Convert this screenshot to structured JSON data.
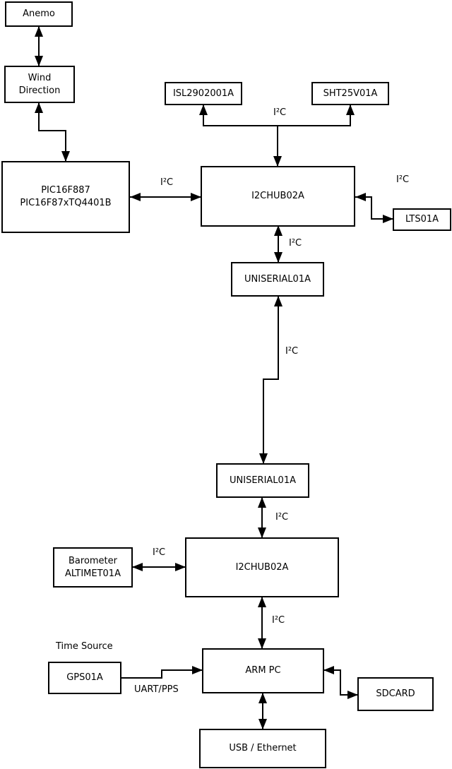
{
  "nodes": {
    "anemo": {
      "label": "Anemo"
    },
    "wind_direction": {
      "line1": "Wind",
      "line2": "Direction"
    },
    "pic": {
      "line1": "PIC16F887",
      "line2": "PIC16F87xTQ4401B"
    },
    "isl": {
      "label": "ISL2902001A"
    },
    "sht": {
      "label": "SHT25V01A"
    },
    "hub_top": {
      "label": "I2CHUB02A"
    },
    "lts": {
      "label": "LTS01A"
    },
    "uniserial_top": {
      "label": "UNISERIAL01A"
    },
    "uniserial_bottom": {
      "label": "UNISERIAL01A"
    },
    "hub_bottom": {
      "label": "I2CHUB02A"
    },
    "barometer": {
      "line1": "Barometer",
      "line2": "ALTIMET01A"
    },
    "gps": {
      "label": "GPS01A"
    },
    "arm_pc": {
      "label": "ARM PC"
    },
    "sdcard": {
      "label": "SDCARD"
    },
    "usb_ethernet": {
      "label": "USB / Ethernet"
    }
  },
  "edge_labels": {
    "i2c": "I²C",
    "uart_pps": "UART/PPS",
    "time_source": "Time Source"
  },
  "colors": {
    "line": "#000000",
    "text": "#000000",
    "background": "#ffffff"
  }
}
